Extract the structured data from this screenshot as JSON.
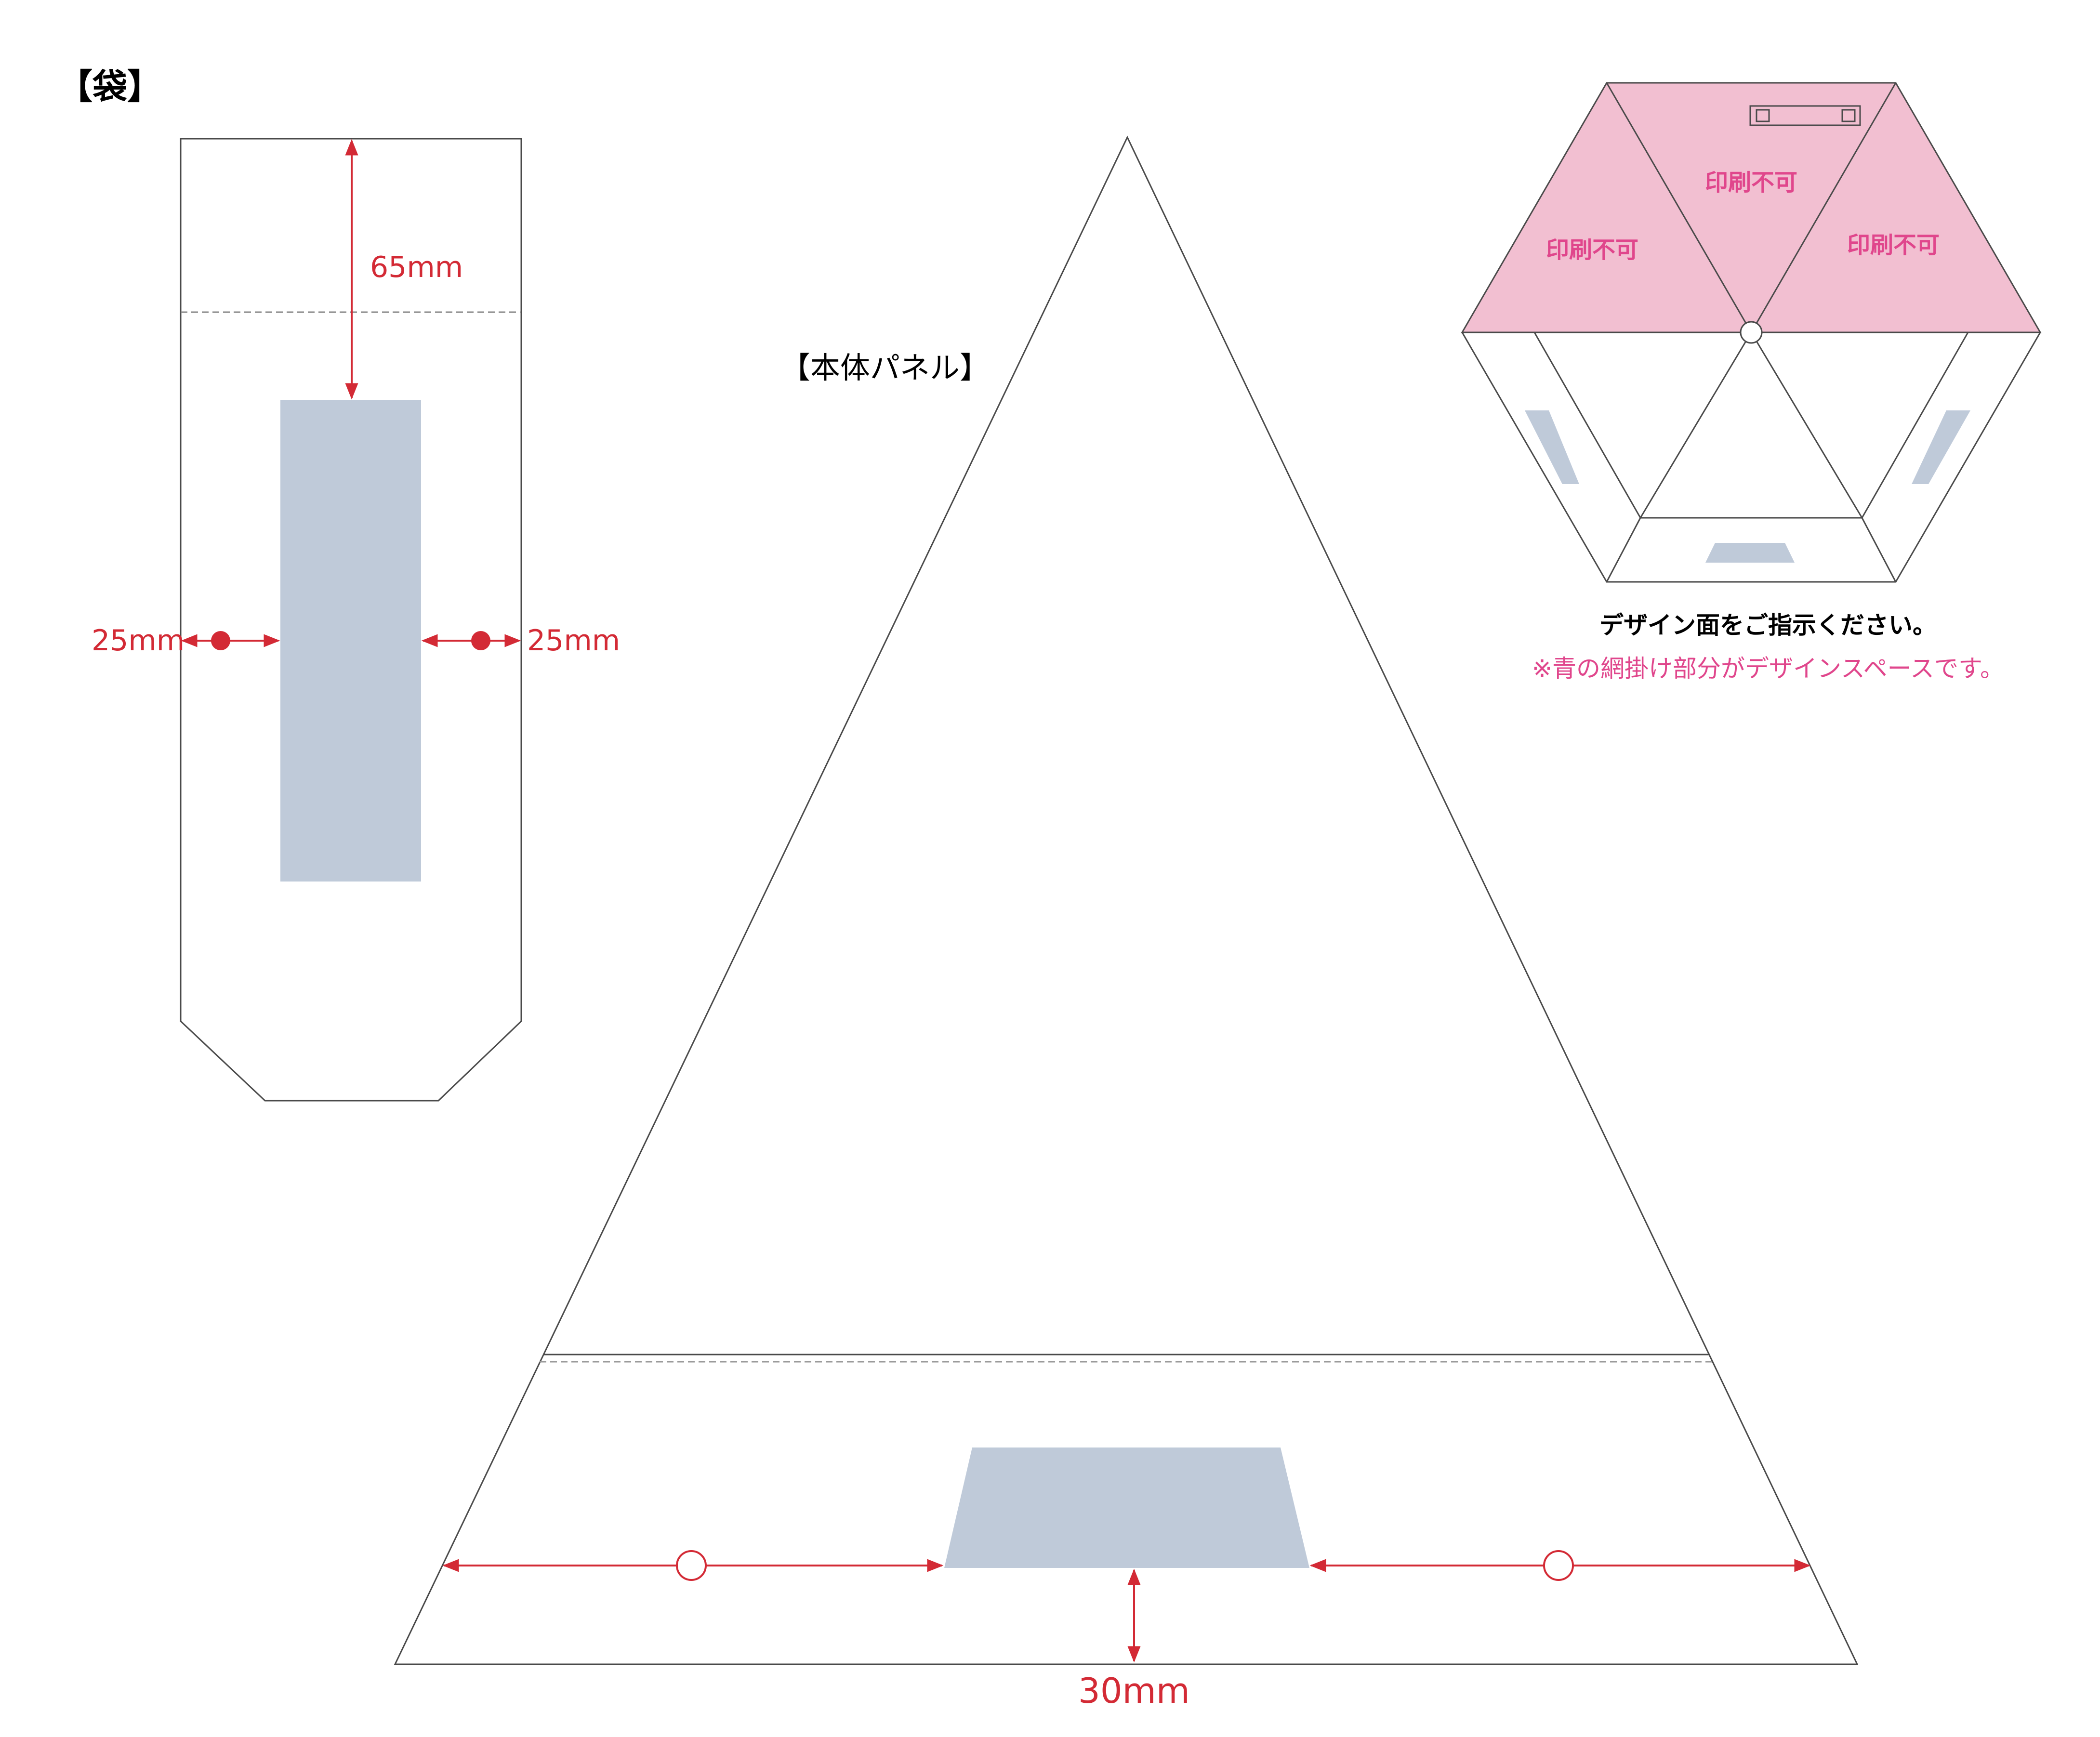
{
  "bag": {
    "title": "【袋】",
    "dim_top": "65mm",
    "dim_left": "25mm",
    "dim_right": "25mm"
  },
  "panel": {
    "title": "【本体パネル】",
    "dim_bottom": "30mm"
  },
  "preview": {
    "no_print_labels": [
      "印刷不可",
      "印刷不可",
      "印刷不可"
    ]
  },
  "notes": {
    "line1": "デザイン面をご指示ください。",
    "line2": "※青の網掛け部分がデザインスペースです。"
  },
  "colors": {
    "outline": "#4a4a4a",
    "dimension": "#d32a35",
    "design_area": "#bfcad9",
    "no_print_area": "#f2bfd1",
    "no_print_text": "#e0468c",
    "note_text": "#e0468c"
  }
}
